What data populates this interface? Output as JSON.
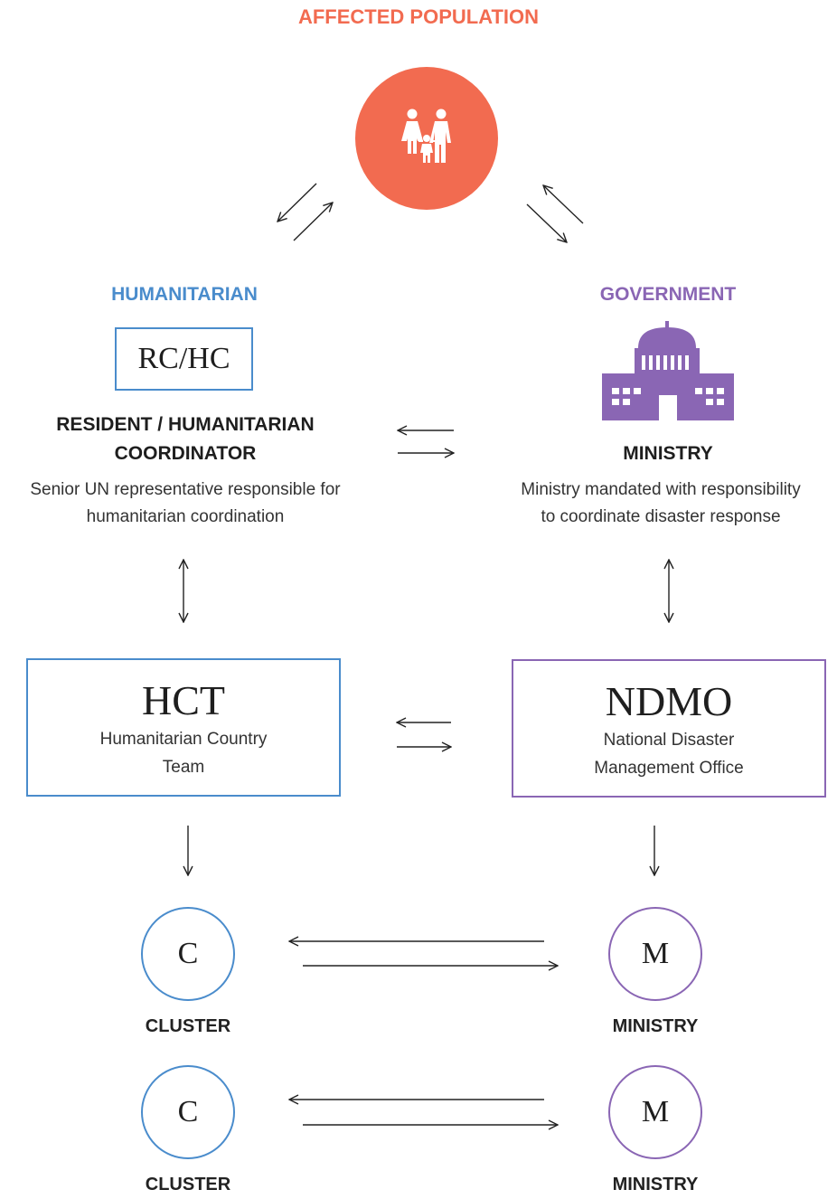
{
  "top": {
    "title": "AFFECTED POPULATION",
    "icon": "family-icon",
    "circle_color": "#f26b50"
  },
  "humanitarian": {
    "heading": "HUMANITARIAN",
    "color": "#4a8ccc",
    "rc_box": "RC/HC",
    "coordinator_title_line1": "RESIDENT / HUMANITARIAN",
    "coordinator_title_line2": "COORDINATOR",
    "description_line1": "Senior UN representative responsible for",
    "description_line2": "humanitarian coordination",
    "hct_abbr": "HCT",
    "hct_name_line1": "Humanitarian Country",
    "hct_name_line2": "Team",
    "clusters": [
      {
        "letter": "C",
        "label": "CLUSTER"
      },
      {
        "letter": "C",
        "label": "CLUSTER"
      }
    ]
  },
  "government": {
    "heading": "GOVERNMENT",
    "color": "#8a66b4",
    "icon": "government-building-icon",
    "ministry_title": "MINISTRY",
    "description_line1": "Ministry mandated with responsibility",
    "description_line2": "to coordinate disaster response",
    "ndmo_abbr": "NDMO",
    "ndmo_name_line1": "National Disaster",
    "ndmo_name_line2": "Management Office",
    "ministries": [
      {
        "letter": "M",
        "label": "MINISTRY"
      },
      {
        "letter": "M",
        "label": "MINISTRY"
      }
    ]
  }
}
